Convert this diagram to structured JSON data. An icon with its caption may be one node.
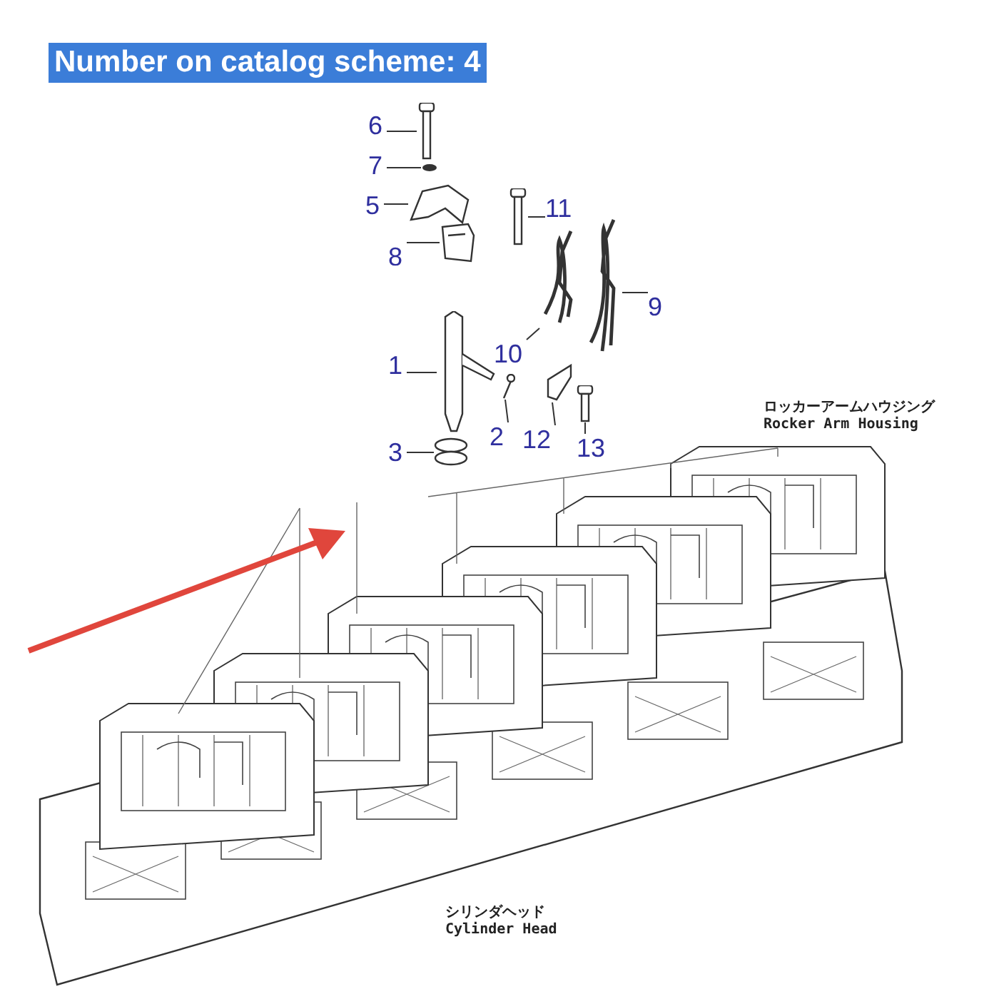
{
  "diagram": {
    "title": "Number on catalog scheme: 4",
    "nodes": [
      {
        "text": [
          "6"
        ]
      },
      {
        "text": [
          "7"
        ]
      },
      {
        "text": [
          "5"
        ]
      },
      {
        "text": [
          "11"
        ]
      },
      {
        "text": [
          "8"
        ]
      },
      {
        "text": [
          "9"
        ]
      },
      {
        "text": [
          "10"
        ]
      },
      {
        "text": [
          "1"
        ]
      },
      {
        "text": [
          "2"
        ]
      },
      {
        "text": [
          "12"
        ]
      },
      {
        "text": [
          "3"
        ]
      },
      {
        "text": [
          "13"
        ]
      },
      {
        "text": [],
        "shape": "picture"
      },
      {
        "text": [],
        "shape": "circle"
      },
      {
        "text": [],
        "shape": "picture"
      },
      {
        "text": [],
        "shape": "picture"
      },
      {
        "text": [],
        "shape": "picture"
      },
      {
        "text": [],
        "shape": "picture"
      },
      {
        "text": [],
        "shape": "picture"
      },
      {
        "text": [],
        "shape": "picture"
      },
      {
        "text": [],
        "shape": "picture"
      },
      {
        "text": [],
        "shape": "picture"
      },
      {
        "text": [],
        "shape": "circle"
      },
      {
        "text": [],
        "shape": "picture"
      }
    ],
    "edges": [
      {
        "from": 0,
        "to": 12,
        "arrow": "none"
      },
      {
        "from": 1,
        "to": 13,
        "arrow": "none"
      },
      {
        "from": 2,
        "to": 14,
        "arrow": "none"
      },
      {
        "from": 3,
        "to": 15,
        "arrow": "none"
      },
      {
        "from": 4,
        "to": 16,
        "arrow": "none"
      },
      {
        "from": 5,
        "to": 17,
        "arrow": "none"
      },
      {
        "from": 6,
        "to": 18,
        "arrow": "none"
      },
      {
        "from": 7,
        "to": 19,
        "arrow": "none"
      },
      {
        "from": 8,
        "to": 20,
        "arrow": "none"
      },
      {
        "from": 9,
        "to": 21,
        "arrow": "none"
      },
      {
        "from": 10,
        "to": 22,
        "arrow": "none"
      },
      {
        "from": 11,
        "to": 23,
        "arrow": "none"
      }
    ],
    "labels": [
      "ロッカーアームハウジング",
      "Rocker Arm Housing",
      "シリンダヘッド",
      "Cylinder Head"
    ]
  }
}
